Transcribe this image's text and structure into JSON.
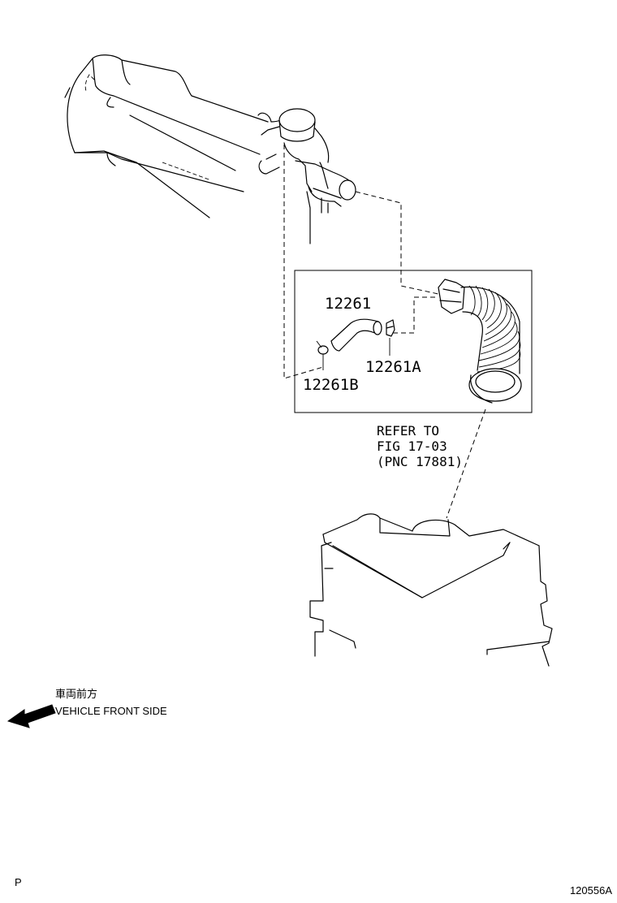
{
  "parts": {
    "hose": "12261",
    "fitting": "12261A",
    "clip": "12261B"
  },
  "reference": {
    "line1": "REFER TO",
    "line2": "FIG 17-03",
    "line3": "(PNC 17881)"
  },
  "direction": {
    "japanese": "車両前方",
    "english": "VEHICLE FRONT SIDE"
  },
  "footer": {
    "left": "P",
    "right": "120556A"
  }
}
